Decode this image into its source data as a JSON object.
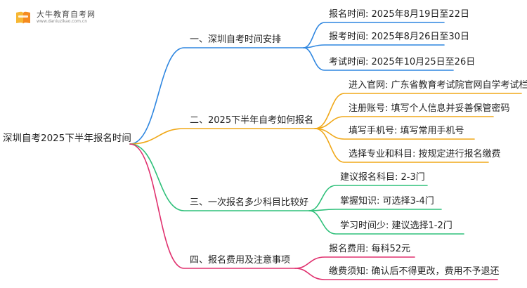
{
  "logo": {
    "name": "大牛教育自考网",
    "url": "www.daniuzikao.com.cn"
  },
  "root": "深圳自考2025下半年报名时间",
  "branches": [
    {
      "label": "一、深圳自考时间安排",
      "color": "#2e86e0",
      "leaves": [
        "报名时间: 2025年8月19日至22日",
        "报考时间: 2025年8月26日至30日",
        "考试时间: 2025年10月25日至26日"
      ]
    },
    {
      "label": "二、2025下半年自考如何报名",
      "color": "#f0a818",
      "leaves": [
        "进入官网: 广东省教育考试院官网自学考试栏目",
        "注册账号: 填写个人信息并妥善保管密码",
        "填写手机号: 填写常用手机号",
        "选择专业和科目: 按规定进行报名缴费"
      ]
    },
    {
      "label": "三、一次报名多少科目比较好",
      "color": "#2fc07a",
      "leaves": [
        "建议报名科目: 2-3门",
        "掌握知识: 可选择3-4门",
        "学习时间少: 建议选择1-2门"
      ]
    },
    {
      "label": "四、报名费用及注意事项",
      "color": "#e0306e",
      "leaves": [
        "报名费用: 每科52元",
        "缴费须知: 确认后不得更改，费用不予退还"
      ]
    }
  ]
}
